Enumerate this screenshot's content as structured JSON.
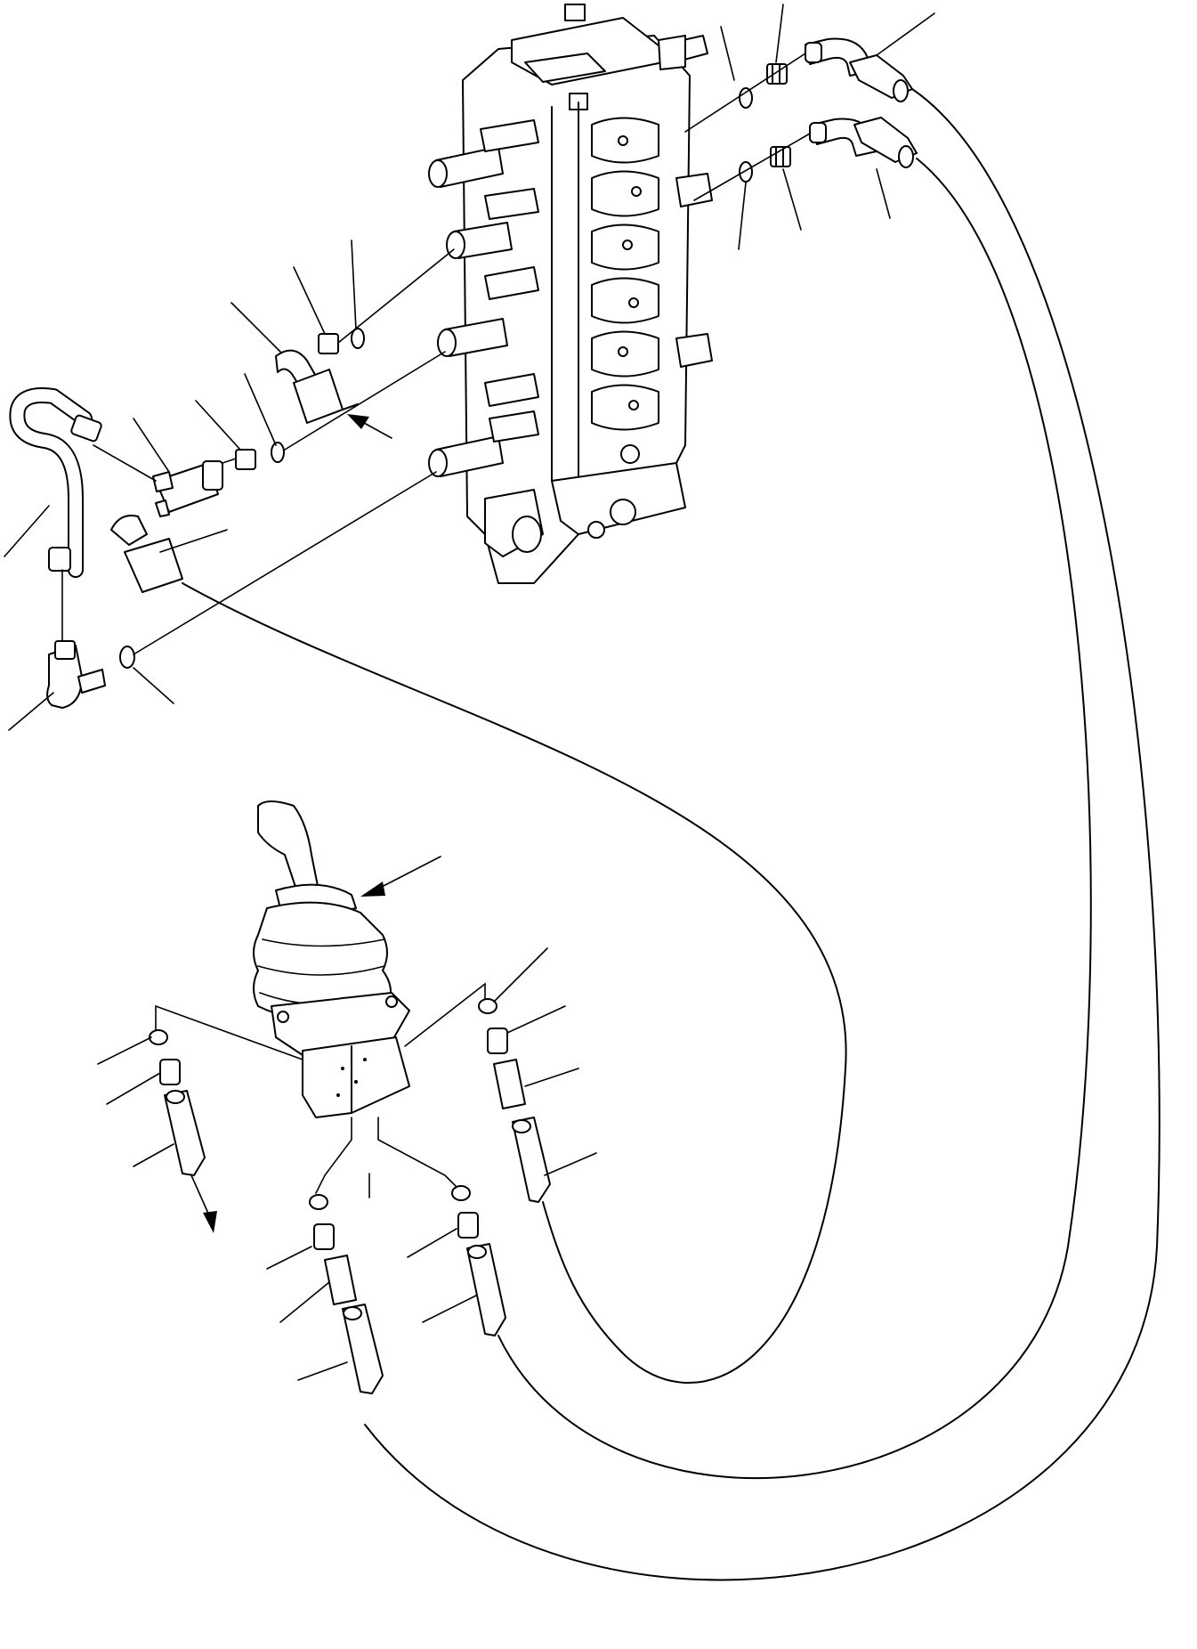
{
  "diagram": {
    "kind": "exploded parts drawing",
    "components": [
      "control-valve",
      "pilot-control-lever",
      "pilot-hoses",
      "elbow-fittings",
      "o-rings",
      "adapters",
      "tee-fitting",
      "rigid-pipe"
    ],
    "colors": {
      "line": "#000000",
      "background": "#ffffff"
    }
  }
}
